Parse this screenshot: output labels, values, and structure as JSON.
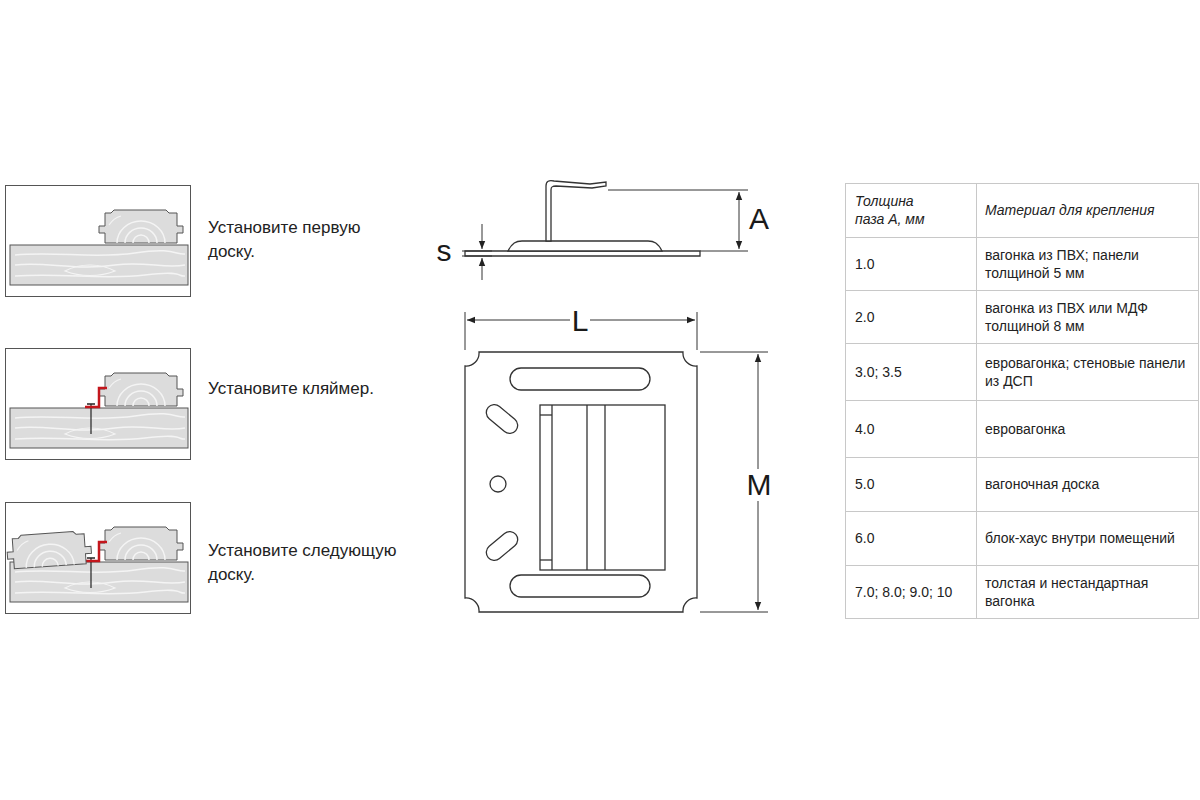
{
  "diagram": {
    "nodes": [
      {
        "text": [
          "Установите первую доску."
        ]
      },
      {
        "text": [
          "Установите кляймер."
        ]
      },
      {
        "text": [
          "Установите следующую доску."
        ]
      }
    ],
    "labels": [
      "s",
      "A",
      "L",
      "M",
      "Толщина паза A, мм",
      "Материал для крепления",
      "1.0",
      "вагонка из ПВХ; панели толщиной 5 мм",
      "2.0",
      "вагонка из ПВХ или МДФ толщиной 8 мм",
      "3.0; 3.5",
      "евровагонка; стеновые панели из ДСП",
      "4.0",
      "евровагонка",
      "5.0",
      "вагоночная доска",
      "6.0",
      "блок-хаус внутри помещений",
      "7.0; 8.0; 9.0; 10",
      "толстая и нестандартная вагонка"
    ]
  }
}
